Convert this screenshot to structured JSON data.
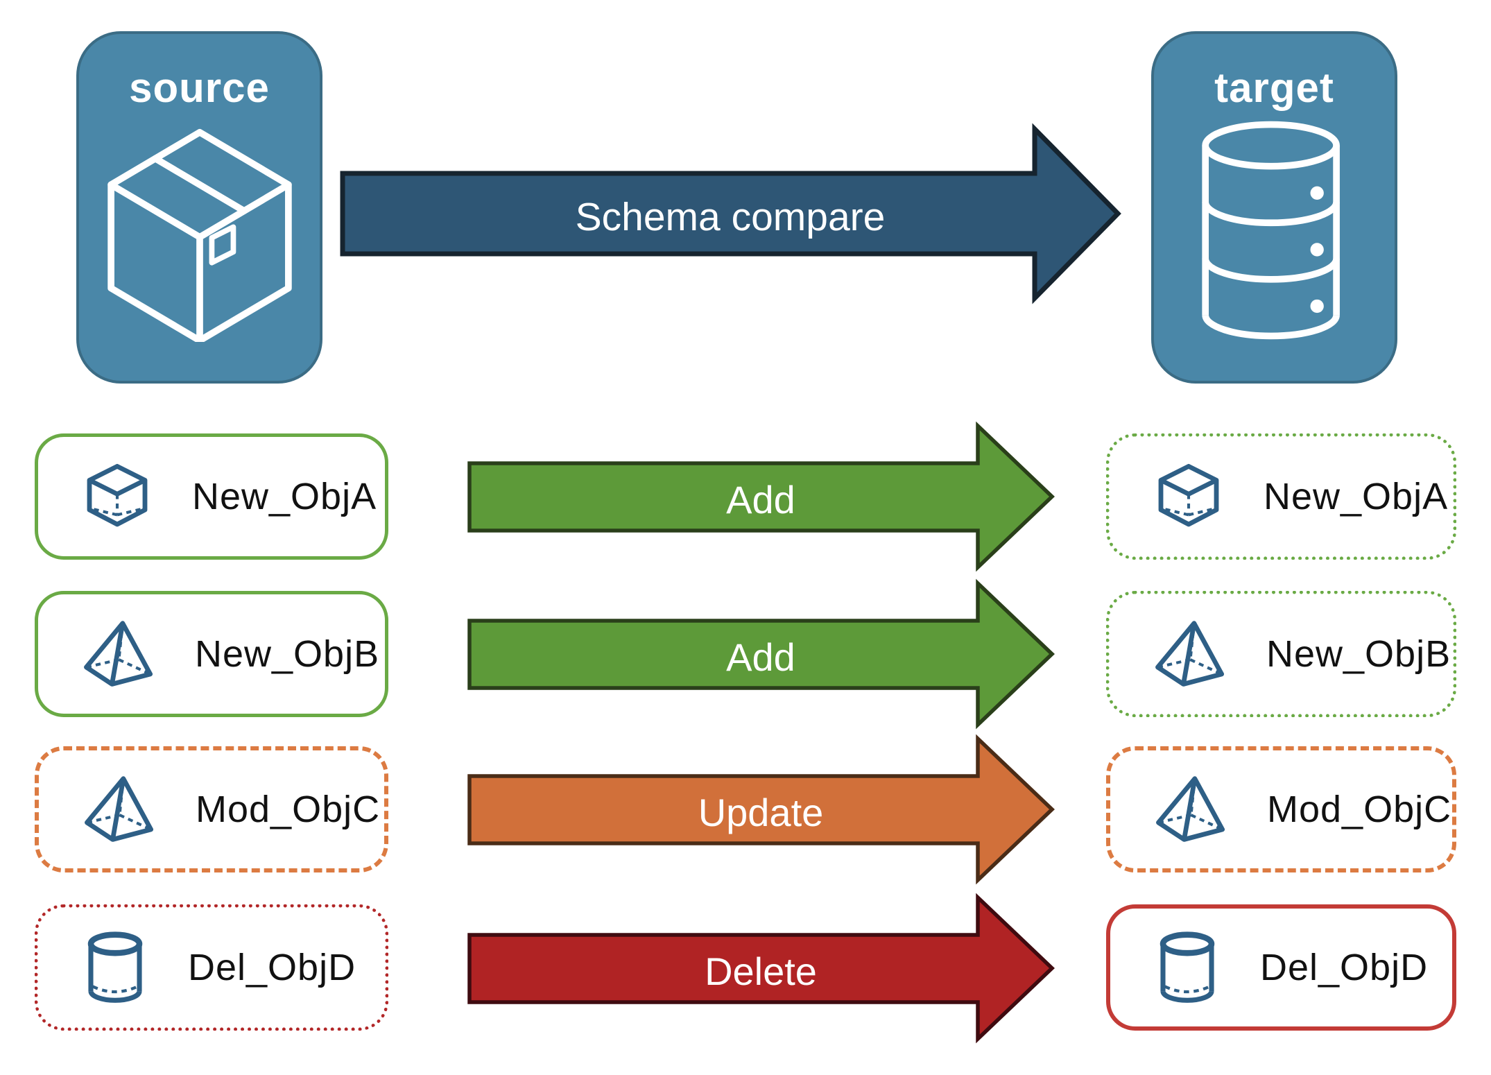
{
  "panels": {
    "source": {
      "label": "source",
      "icon": "package-icon"
    },
    "target": {
      "label": "target",
      "icon": "database-icon"
    }
  },
  "compare_arrow": {
    "label": "Schema compare"
  },
  "rows": [
    {
      "object": "New_ObjA",
      "icon": "cube-icon",
      "action": "Add",
      "source_border": "solid-green",
      "target_border": "dotted-green"
    },
    {
      "object": "New_ObjB",
      "icon": "pyramid-icon",
      "action": "Add",
      "source_border": "solid-green",
      "target_border": "dotted-green"
    },
    {
      "object": "Mod_ObjC",
      "icon": "pyramid-icon",
      "action": "Update",
      "source_border": "dashed-orange",
      "target_border": "dashed-orange"
    },
    {
      "object": "Del_ObjD",
      "icon": "cylinder-icon",
      "action": "Delete",
      "source_border": "dotted-red",
      "target_border": "solid-red"
    }
  ],
  "colors": {
    "panel_fill": "#4a87a8",
    "panel_border": "#3b6c85",
    "compare_fill": "#2e5675",
    "compare_border": "#16242f",
    "add_fill": "#5d9a39",
    "add_border": "#2a3f1a",
    "update_fill": "#d1703a",
    "update_border": "#4a2c17",
    "delete_fill": "#b02324",
    "delete_border": "#3f0b10",
    "green_border": "#6aaa45",
    "orange_border": "#dc7b42",
    "red_border_dotted": "#b22728",
    "red_border_solid": "#c33b36",
    "icon_blue": "#2e5f86",
    "label_color": "#111111",
    "white": "#ffffff"
  }
}
